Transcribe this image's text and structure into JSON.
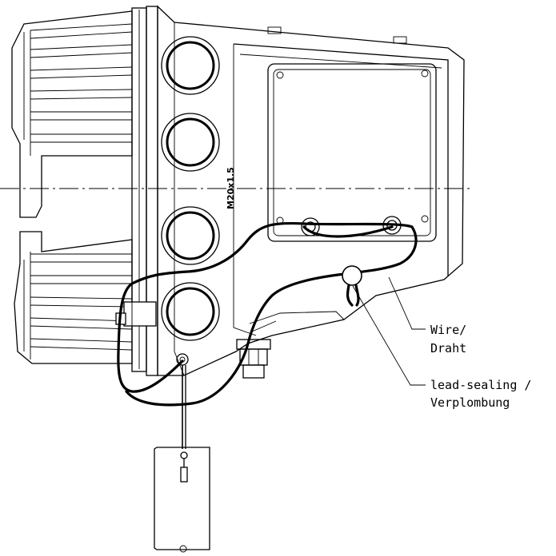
{
  "drawing": {
    "thread_label": "M20x1.5",
    "callouts": {
      "wire_line1": "Wire/",
      "wire_line2": "Draht",
      "seal_line1": "lead-sealing /",
      "seal_line2": "Verplombung"
    }
  }
}
